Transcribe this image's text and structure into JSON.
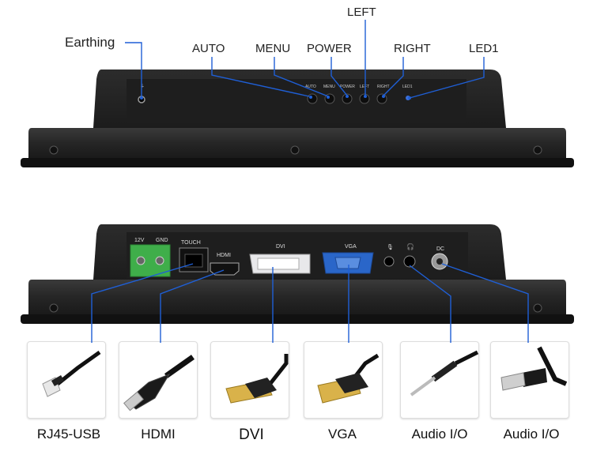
{
  "top_panel": {
    "callouts": {
      "earthing": "Earthing",
      "auto": "AUTO",
      "menu": "MENU",
      "power": "POWER",
      "left": "LEFT",
      "right": "RIGHT",
      "led1": "LED1"
    },
    "button_silk": {
      "auto": "AUTO",
      "menu": "MENU",
      "power": "POWER",
      "left": "LEFT",
      "right": "RIGHT",
      "led1": "LED1"
    }
  },
  "bottom_panel": {
    "port_silk": {
      "v12": "12V",
      "gnd": "GND",
      "touch": "TOUCH",
      "hdmi": "HDMI",
      "dvi": "DVI",
      "vga": "VGA",
      "dc": "DC"
    },
    "connector_silk": "HDMI"
  },
  "cables": [
    {
      "caption": "RJ45-USB"
    },
    {
      "caption": "HDMI"
    },
    {
      "caption": "DVI"
    },
    {
      "caption": "VGA"
    },
    {
      "caption": "Audio I/O"
    },
    {
      "caption": "Audio I/O"
    }
  ],
  "colors": {
    "callout_line": "#1f5fd6",
    "chassis": "#2a2a2a",
    "terminal_block": "#3fae4a",
    "dvi_connector": "#e8e8ea",
    "vga_connector": "#2a66c9"
  }
}
